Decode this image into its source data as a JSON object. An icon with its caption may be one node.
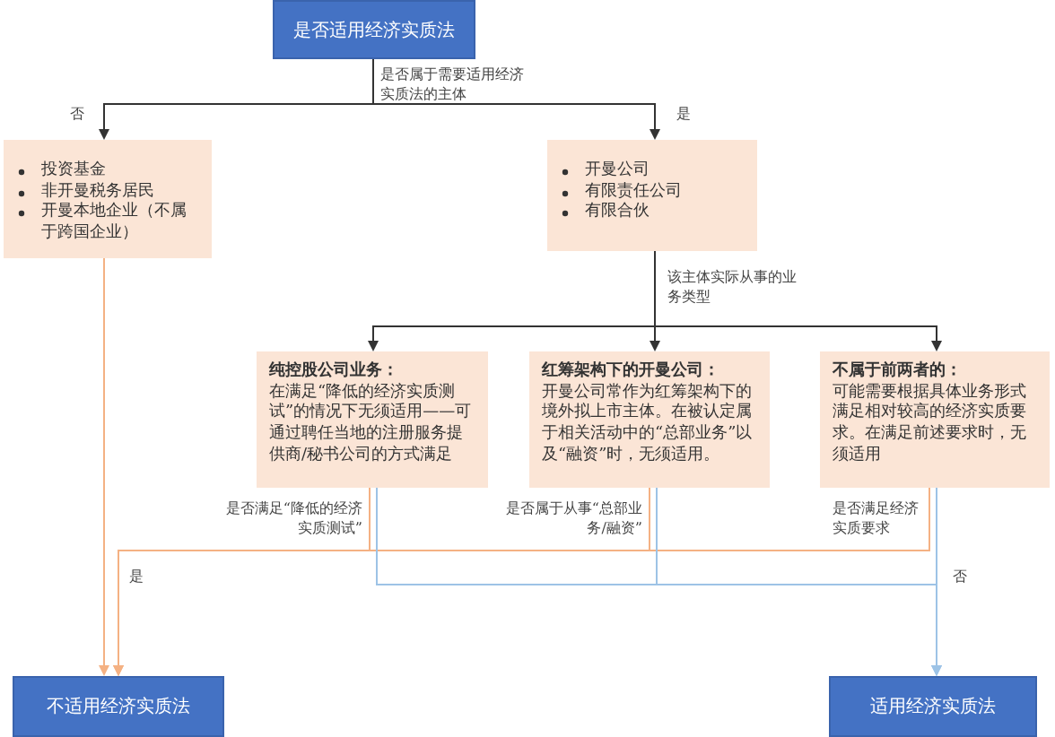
{
  "diagram": {
    "nodes": [
      {
        "text": [
          "是否适用经济实质法"
        ]
      },
      {
        "text": [
          "投资基金",
          "非开曼税务居民",
          "开曼本地企业（不属于跨国企业）"
        ]
      },
      {
        "text": [
          "开曼公司",
          "有限责任公司",
          "有限合伙"
        ]
      },
      {
        "text": [
          "纯控股公司业务：",
          "在满足“降低的经济实质测试”的情况下无须适用——可通过聘任当地的注册服务提供商/秘书公司的方式满足"
        ]
      },
      {
        "text": [
          "红筹架构下的开曼公司：",
          "开曼公司常作为红筹架构下的境外拟上市主体。在被认定属于相关活动中的“总部业务”以及“融资”时，无须适用。"
        ]
      },
      {
        "text": [
          "不属于前两者的：",
          "可能需要根据具体业务形式满足相对较高的经济实质要求。在满足前述要求时，无须适用"
        ]
      },
      {
        "text": [
          "不适用经济实质法"
        ]
      },
      {
        "text": [
          "适用经济实质法"
        ]
      }
    ],
    "edges": [
      {
        "from": 0,
        "to": 1,
        "arrow": "to",
        "label": "否"
      },
      {
        "from": 0,
        "to": 2,
        "arrow": "to",
        "label": "是"
      },
      {
        "from": 2,
        "to": 3,
        "arrow": "to"
      },
      {
        "from": 2,
        "to": 4,
        "arrow": "to"
      },
      {
        "from": 2,
        "to": 5,
        "arrow": "to"
      },
      {
        "from": 1,
        "to": 6,
        "arrow": "to",
        "color": "#f4b183"
      },
      {
        "from": 3,
        "to": 6,
        "arrow": "to",
        "color": "#f4b183",
        "label": "是"
      },
      {
        "from": 4,
        "to": 6,
        "arrow": "to",
        "color": "#f4b183"
      },
      {
        "from": 5,
        "to": 6,
        "arrow": "to",
        "color": "#f4b183"
      },
      {
        "from": 3,
        "to": 7,
        "arrow": "to",
        "color": "#9dc3e6"
      },
      {
        "from": 4,
        "to": 7,
        "arrow": "to",
        "color": "#9dc3e6"
      },
      {
        "from": 5,
        "to": 7,
        "arrow": "to",
        "color": "#9dc3e6",
        "label": "否"
      }
    ],
    "labels": [
      "是否属于需要适用经济实质法的主体",
      "该主体实际从事的业务类型",
      "是否满足“降低的经济实质测试”",
      "是否属于从事“总部业务/融资”",
      "是否满足经济实质要求"
    ]
  }
}
